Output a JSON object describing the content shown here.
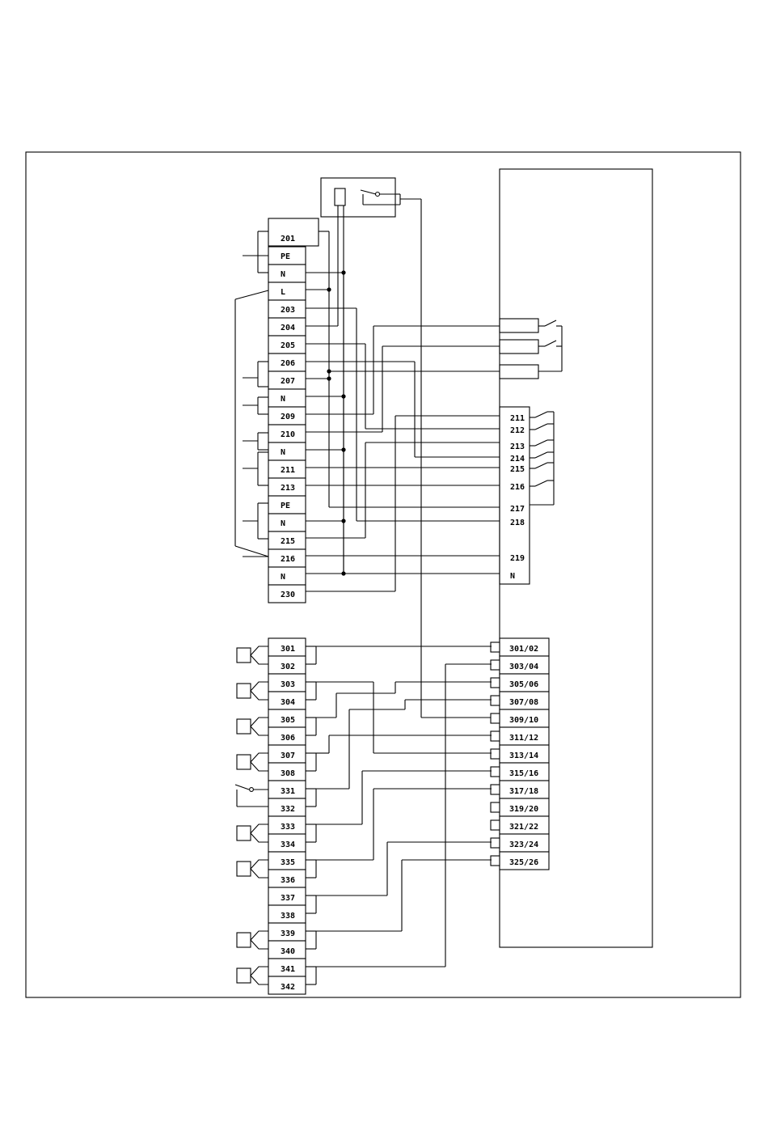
{
  "terminal_block_a": [
    "201",
    "PE",
    "N",
    "L",
    "203",
    "204",
    "205",
    "206",
    "207",
    "N",
    "209",
    "210",
    "N",
    "211",
    "213",
    "PE",
    "N",
    "215",
    "216",
    "N",
    "230"
  ],
  "terminal_block_b": [
    "301",
    "302",
    "303",
    "304",
    "305",
    "306",
    "307",
    "308",
    "331",
    "332",
    "333",
    "334",
    "335",
    "336",
    "337",
    "338",
    "339",
    "340",
    "341",
    "342"
  ],
  "controller_terminals": [
    "211",
    "212",
    "213",
    "214",
    "215",
    "216",
    "217",
    "218",
    "219",
    "N"
  ],
  "controller_connectors": [
    "301/02",
    "303/04",
    "305/06",
    "307/08",
    "309/10",
    "311/12",
    "313/14",
    "315/16",
    "317/18",
    "319/20",
    "321/22",
    "323/24",
    "325/26"
  ]
}
